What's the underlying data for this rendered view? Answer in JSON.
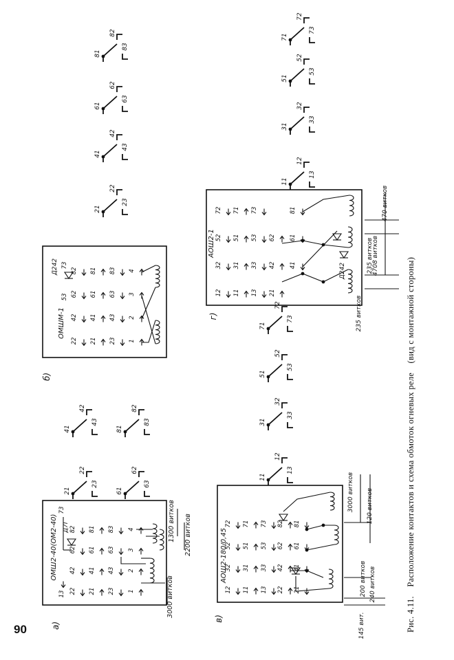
{
  "page_number": "90",
  "caption": {
    "label": "Рис. 4.11.",
    "text": "Расположение контактов и схема обмоток огневых реле",
    "note": "(вид с монтажной стороны)"
  },
  "panels": {
    "a": {
      "letter": "а)",
      "relay": "ОМШ2-40(ОМ2-40)",
      "diode": "Д7Г",
      "terminals": [
        "13",
        "22",
        "21",
        "23",
        "42",
        "41",
        "43",
        "62",
        "61",
        "63",
        "82",
        "81",
        "83",
        "1",
        "2",
        "3",
        "4",
        "73"
      ],
      "windings": [
        "3000 витков",
        "1300 витков",
        "2200 витков"
      ],
      "contacts": [
        [
          "21",
          "22",
          "23"
        ],
        [
          "41",
          "42",
          "43"
        ],
        [
          "61",
          "62",
          "63"
        ],
        [
          "81",
          "82",
          "83"
        ]
      ]
    },
    "b": {
      "letter": "б)",
      "relay": "ОМШМ-1",
      "diode": "Д242",
      "terminals": [
        "22",
        "21",
        "23",
        "42",
        "41",
        "43",
        "62",
        "61",
        "63",
        "82",
        "81",
        "83",
        "1",
        "2",
        "3",
        "4",
        "53",
        "73"
      ],
      "contacts": [
        [
          "21",
          "22",
          "23"
        ],
        [
          "41",
          "42",
          "43"
        ],
        [
          "61",
          "62",
          "63"
        ],
        [
          "81",
          "82",
          "83"
        ]
      ]
    },
    "v": {
      "letter": "в)",
      "relay": "АОШ2-180/0,45",
      "terminals": [
        "12",
        "11",
        "13",
        "22",
        "21",
        "32",
        "31",
        "33",
        "41",
        "42",
        "52",
        "51",
        "53",
        "61",
        "62",
        "72",
        "71",
        "73",
        "81",
        "82"
      ],
      "windings": [
        "145 вит.",
        "200 витков",
        "240 витков",
        "3000 витков",
        "120 витков"
      ],
      "contacts": [
        [
          "11",
          "12",
          "13"
        ],
        [
          "31",
          "32",
          "33"
        ],
        [
          "51",
          "52",
          "53"
        ],
        [
          "71",
          "72",
          "73"
        ]
      ]
    },
    "g": {
      "letter": "г)",
      "relay": "АОШ2-1",
      "diode": "Д242",
      "terminals": [
        "12",
        "11",
        "13",
        "21",
        "32",
        "31",
        "33",
        "41",
        "42",
        "52",
        "51",
        "53",
        "61",
        "62",
        "72",
        "71",
        "73",
        "81"
      ],
      "windings": [
        "235 витков",
        "235 витков",
        "4708 витков",
        "470 витков"
      ],
      "contacts": [
        [
          "11",
          "12",
          "13"
        ],
        [
          "31",
          "32",
          "33"
        ],
        [
          "51",
          "52",
          "53"
        ],
        [
          "71",
          "72",
          "73"
        ]
      ]
    }
  }
}
